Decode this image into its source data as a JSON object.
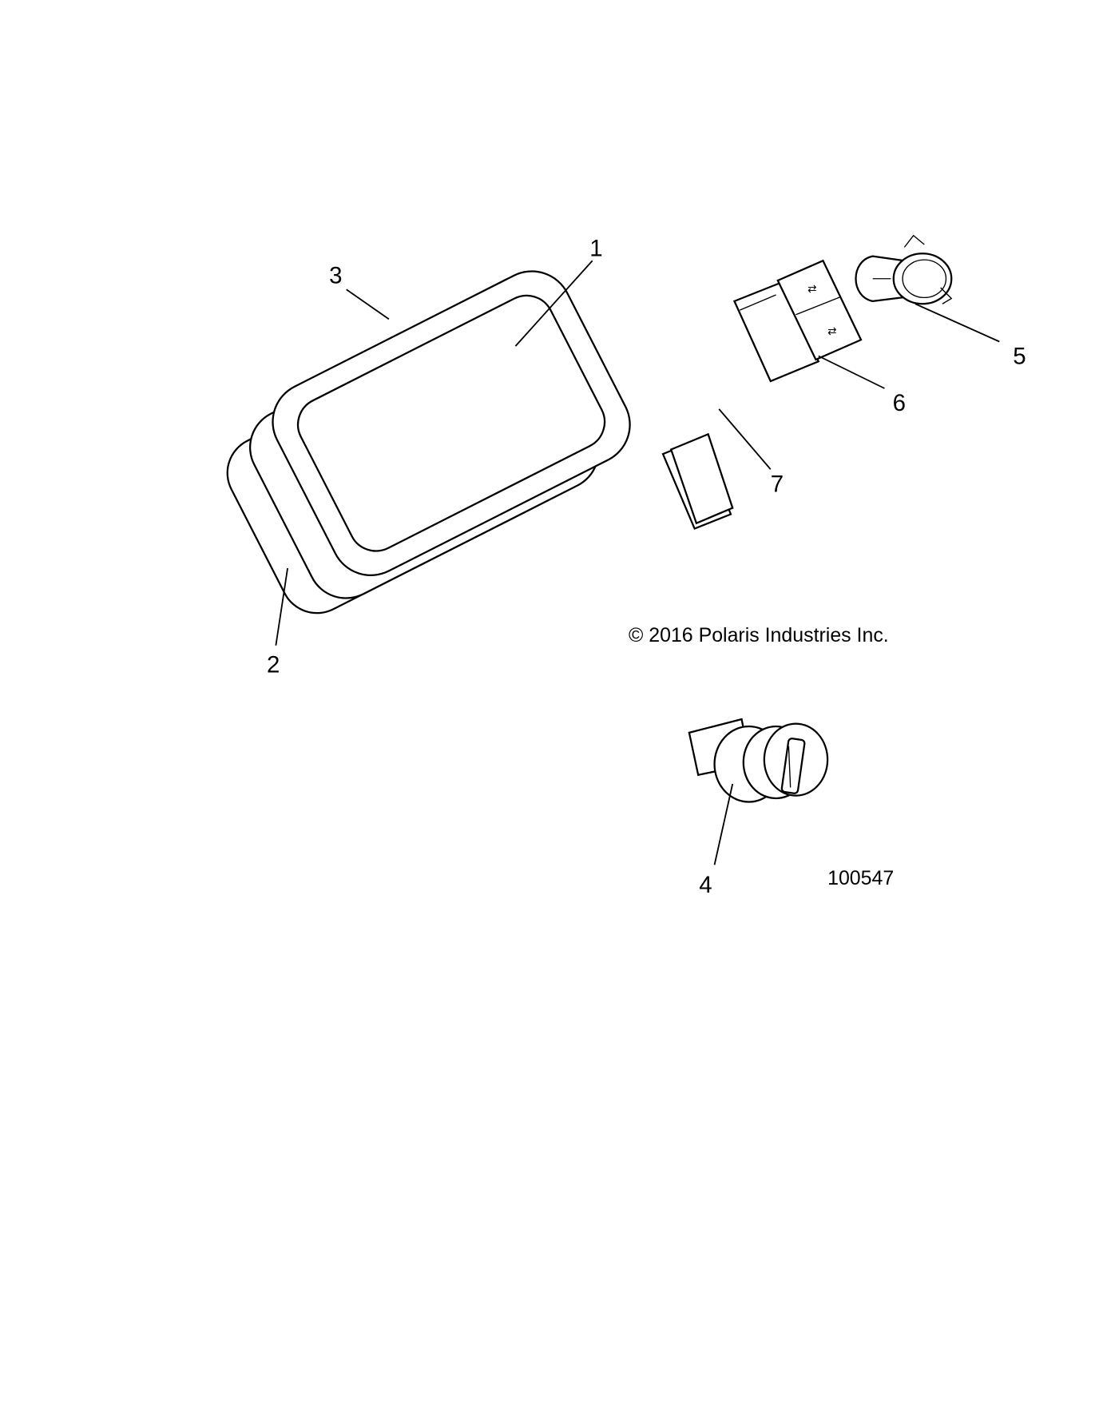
{
  "diagram": {
    "callouts": [
      "1",
      "2",
      "3",
      "4",
      "5",
      "6",
      "7"
    ],
    "copyright": "© 2016 Polaris Industries Inc.",
    "figure_number": "100547"
  }
}
